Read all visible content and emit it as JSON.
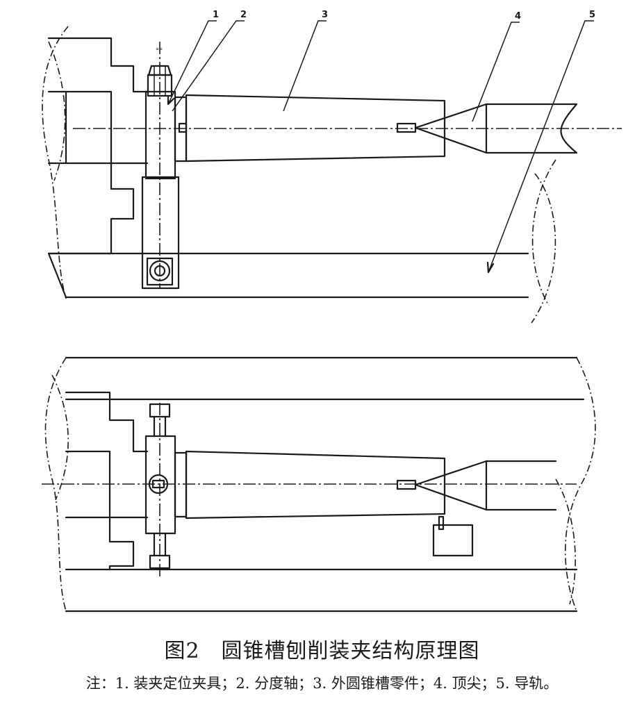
{
  "labels": {
    "l1": "1",
    "l2": "2",
    "l3": "3",
    "l4": "4",
    "l5": "5"
  },
  "caption": {
    "title": "图2　圆锥槽刨削装夹结构原理图",
    "note": "注：1. 装夹定位夹具；2. 分度轴；3. 外圆锥槽零件；4. 顶尖；5. 导轨。"
  }
}
